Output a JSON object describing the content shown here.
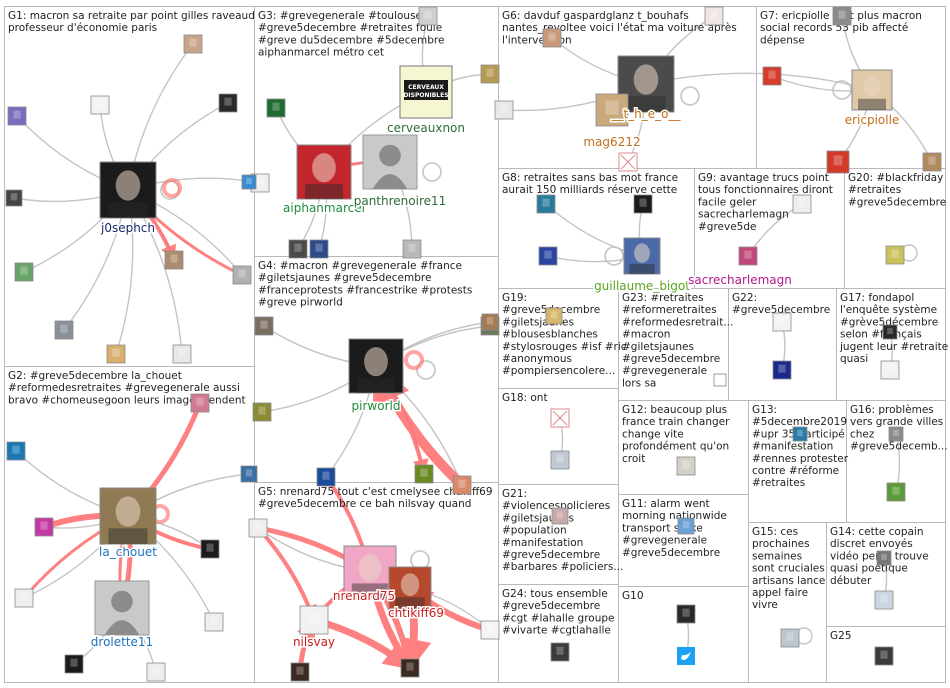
{
  "groups": [
    {
      "id": "G1",
      "title": [
        "G1: macron sa retraite par point gilles raveaud",
        "professeur d'économie paris"
      ]
    },
    {
      "id": "G2",
      "title": [
        "G2: #greve5decembre la_chouet",
        "#reformedesretraites #grevegenerale aussi",
        "bravo #chomeusegoon leurs images rendent"
      ]
    },
    {
      "id": "G3",
      "title": [
        "G3: #grevegenerale #toulouse",
        "#greve5decembre #retraites foule",
        "#greve du5decembre #5decembre",
        "aiphanmarcel métro cet"
      ]
    },
    {
      "id": "G4",
      "title": [
        "G4: #macron #grevegenerale #france",
        "#giletsjaunes #greve5decembre",
        "#franceprotests #francestrike #protests",
        "#greve pirworld"
      ]
    },
    {
      "id": "G5",
      "title": [
        "G5: nrenard75 tout c'est cmelysee chtikiff69",
        "#greve5decembre ce bah nilsvay quand"
      ]
    },
    {
      "id": "G6",
      "title": [
        "G6: davduf gaspardglanz t_bouhafs",
        "nantes_revoltee voici l'état ma voiture après",
        "l'intervention"
      ]
    },
    {
      "id": "G7",
      "title": [
        "G7: ericpiolle état plus macron",
        "social records 53 pib affecté",
        "dépense"
      ]
    },
    {
      "id": "G8",
      "title": [
        "G8: retraites sans bas mot france",
        "aurait 150 milliards réserve cette"
      ]
    },
    {
      "id": "G9",
      "title": [
        "G9: avantage trucs point",
        "tous fonctionnaires diront",
        "facile geler",
        "sacrecharlemagn",
        "#greve5de"
      ]
    },
    {
      "id": "G20",
      "title": [
        "G20: #blackfriday",
        "#retraites",
        "#greve5decembre"
      ]
    },
    {
      "id": "G19",
      "title": [
        "G19:",
        "#greve5decembre",
        "#giletsjaunes",
        "#blousesblanches",
        "#stylosrouges #isf #ric",
        "#anonymous",
        "#pompiersencolere..."
      ]
    },
    {
      "id": "G23",
      "title": [
        "G23: #retraites",
        "#reformeretraites",
        "#reformedesretrait...",
        "#macron",
        "#giletsjaunes",
        "#greve5decembre",
        "#grevegenerale",
        "lors sa"
      ]
    },
    {
      "id": "G22",
      "title": [
        "G22:",
        "#greve5decembre"
      ]
    },
    {
      "id": "G17",
      "title": [
        "G17: fondapol",
        "l'enquête système",
        "#grève5décembre",
        "selon #français",
        "jugent leur #retraite",
        "quasi"
      ]
    },
    {
      "id": "G18",
      "title": [
        "G18: ont"
      ]
    },
    {
      "id": "G12",
      "title": [
        "G12: beaucoup plus",
        "france train changer",
        "change vite",
        "profondément qu'on",
        "croit"
      ]
    },
    {
      "id": "G13",
      "title": [
        "G13:",
        "#5decembre2019",
        "#upr 35 participé",
        "#manifestation",
        "#rennes protester",
        "contre #réforme",
        "#retraites"
      ]
    },
    {
      "id": "G16",
      "title": [
        "G16: problèmes",
        "vers grande villes",
        "chez",
        "#greve5decemb..."
      ]
    },
    {
      "id": "G21",
      "title": [
        "G21:",
        "#violencespolicieres",
        "#giletsjaunes",
        "#population",
        "#manifestation",
        "#greve5decembre",
        "#barbares #policiers..."
      ]
    },
    {
      "id": "G11",
      "title": [
        "G11: alarm went",
        "morning nationwide",
        "transport strike",
        "#grevegenerale",
        "#greve5decembre"
      ]
    },
    {
      "id": "G24",
      "title": [
        "G24: tous ensemble",
        "#greve5decembre",
        "#cgt #lahalle groupe",
        "#vivarte #cgtlahalle"
      ]
    },
    {
      "id": "G15",
      "title": [
        "G15: ces",
        "prochaines",
        "semaines",
        "sont cruciales",
        "artisans lance",
        "appel faire",
        "vivre"
      ]
    },
    {
      "id": "G14",
      "title": [
        "G14: cette copain",
        "discret envoyés",
        "vidéo perso trouve",
        "quasi poétique",
        "débuter"
      ]
    },
    {
      "id": "G10",
      "title": [
        "G10"
      ]
    },
    {
      "id": "G25",
      "title": [
        "G25"
      ]
    }
  ],
  "node_labels": {
    "j0sephch": "j0sephch",
    "la_chouet": "la_chouet",
    "drolette11": "drolette11",
    "cerveauxnon": "cerveauxnon",
    "aiphanmarcel": "aiphanmarcel",
    "panthrenoire11": "panthrenoire11",
    "pirworld": "pirworld",
    "nrenard75": "nrenard75",
    "chtikiff69": "chtikiff69",
    "nilsvay": "nilsvay",
    "t_h_e_o": "__t_h_e_o__",
    "mag6212": "mag6212",
    "ericpiolle": "ericpiolle",
    "guillaume_bigot": "guillaume_bigot",
    "sacrecharlemagn": "sacrecharlemagn"
  },
  "image_text": {
    "cerveaux_logo": [
      "CERVEAUX",
      "DISPONIBLES"
    ]
  },
  "colors": {
    "group_border": "#b9b9b9",
    "edge_gray": "#c4c4c4",
    "edge_red": "#ff6b6b",
    "label_navy": "#1a2a6c",
    "label_green": "#1f8a3a",
    "label_darkgreen": "#2e6b3a",
    "label_blue": "#1e73be",
    "label_orange": "#c0701a",
    "label_red": "#c81e1e",
    "label_magenta": "#b01a8a",
    "label_lime": "#5aa51e"
  }
}
